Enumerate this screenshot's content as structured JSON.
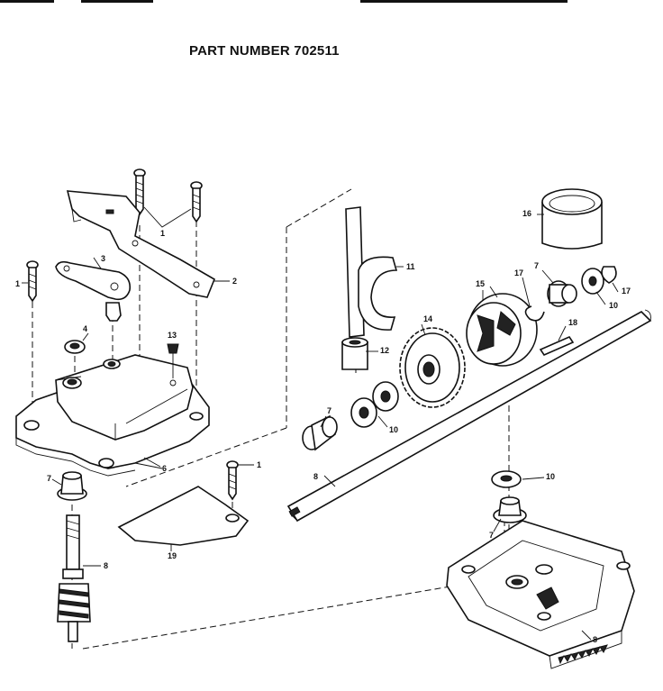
{
  "title": "PART NUMBER 702511",
  "callouts": {
    "c1a": "1",
    "c1b": "1",
    "c1c": "1",
    "c2": "2",
    "c3": "3",
    "c4": "4",
    "c6": "6",
    "c7a": "7",
    "c7b": "7",
    "c7c": "7",
    "c7d": "7",
    "c8a": "8",
    "c8b": "8",
    "c8c": "8",
    "c10a": "10",
    "c10b": "10",
    "c10c": "10",
    "c11": "11",
    "c12": "12",
    "c13": "13",
    "c14": "14",
    "c15": "15",
    "c16": "16",
    "c17a": "17",
    "c17b": "17",
    "c18": "18",
    "c19": "19"
  }
}
